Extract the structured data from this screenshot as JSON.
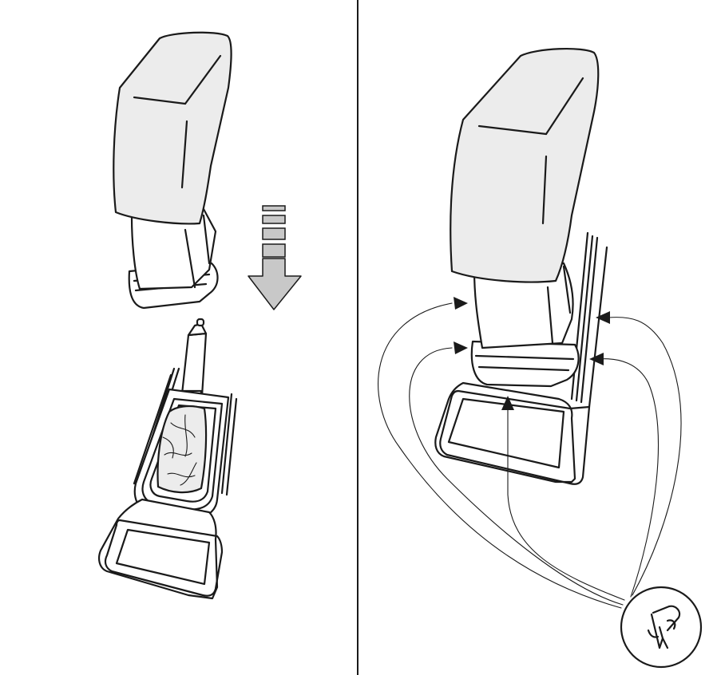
{
  "panels": [
    {
      "id": "left",
      "step": "insert-into-holder"
    },
    {
      "id": "right",
      "step": "press-around-edges"
    }
  ],
  "colors": {
    "line": "#1a1a1a",
    "cover_fill": "#ececec",
    "arrow_fill": "#c8c8c8",
    "background": "#ffffff"
  },
  "icons": {
    "down_arrow": "striped-down-arrow-icon",
    "press_points": "press-arrow-icon",
    "hand": "hand-writing-icon"
  },
  "press_points_count": 5
}
